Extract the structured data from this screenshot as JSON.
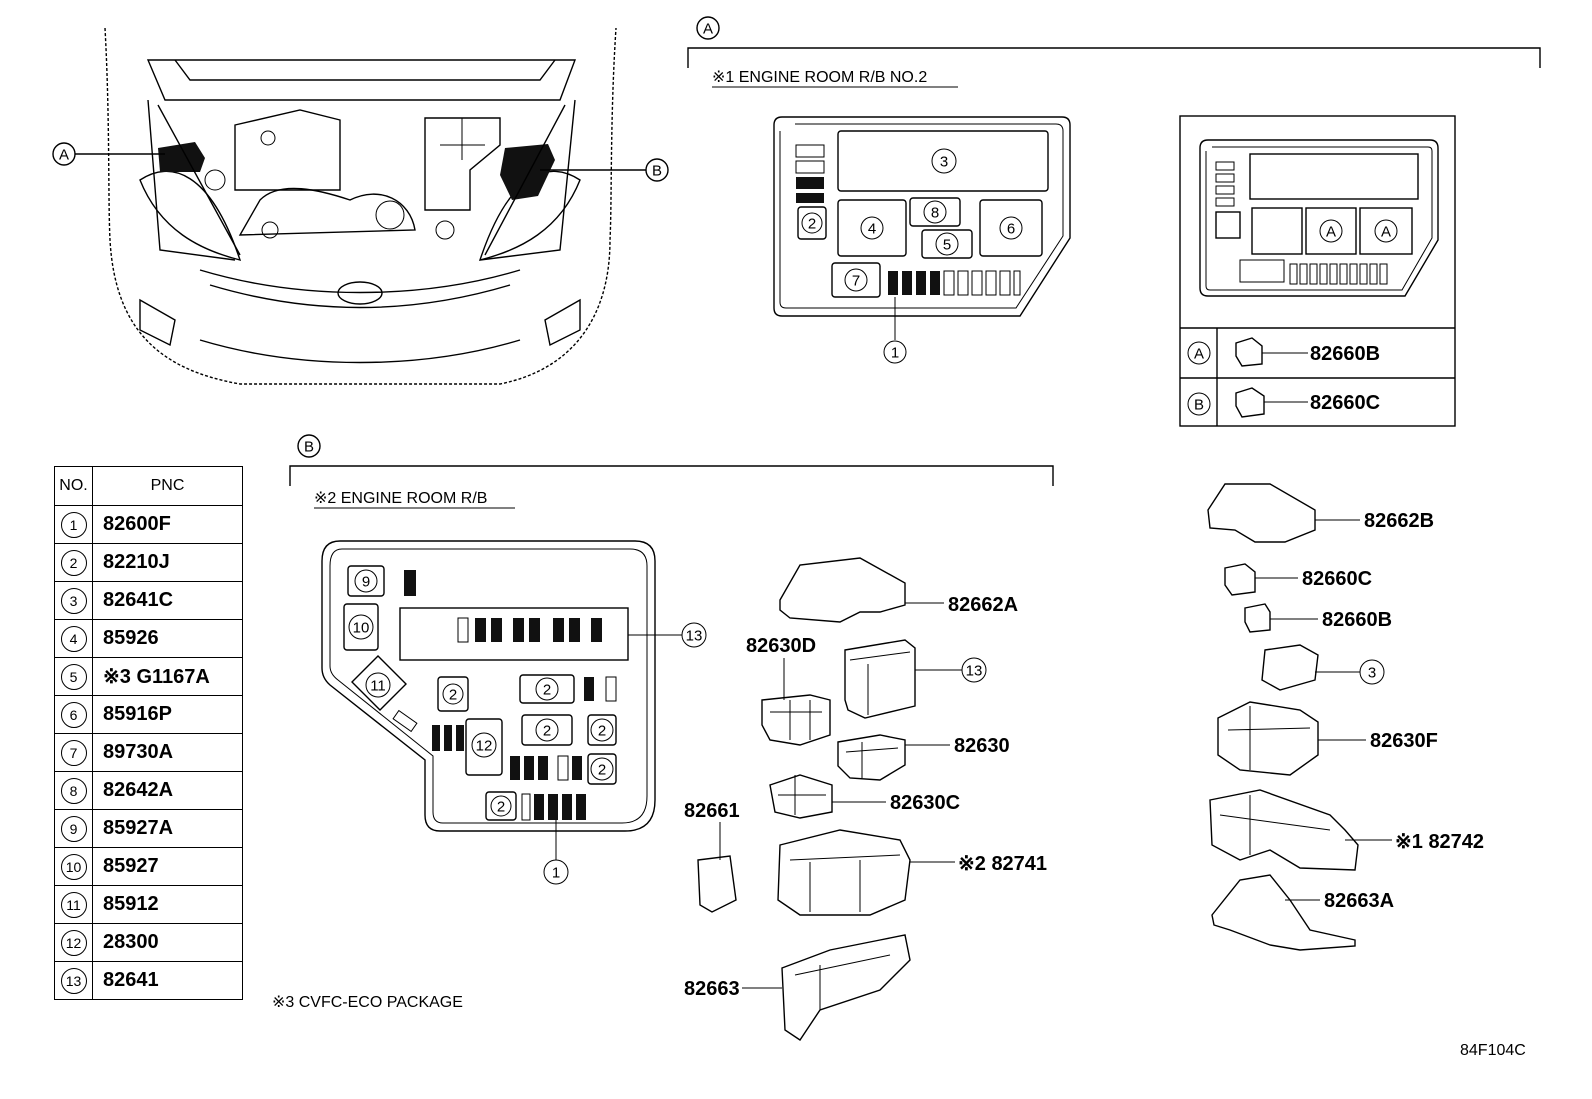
{
  "diagram_id": "84F104C",
  "callouts": {
    "a": "A",
    "b": "B"
  },
  "section_a": {
    "marker": "A",
    "title": "※1 ENGINE ROOM R/B NO.2",
    "box_labels": [
      "3",
      "2",
      "4",
      "8",
      "6",
      "5",
      "7",
      "1"
    ],
    "relay_table": [
      {
        "key": "A",
        "pnc": "82660B"
      },
      {
        "key": "B",
        "pnc": "82660C"
      }
    ]
  },
  "section_b": {
    "marker": "B",
    "title": "※2 ENGINE ROOM R/B",
    "box_labels": [
      "9",
      "10",
      "11",
      "2",
      "2",
      "12",
      "2",
      "2",
      "2",
      "2",
      "13",
      "1"
    ]
  },
  "table": {
    "headers": [
      "NO.",
      "PNC"
    ],
    "rows": [
      {
        "no": "1",
        "pnc": "82600F"
      },
      {
        "no": "2",
        "pnc": "82210J"
      },
      {
        "no": "3",
        "pnc": "82641C"
      },
      {
        "no": "4",
        "pnc": "85926"
      },
      {
        "no": "5",
        "pnc": "※3 G1167A"
      },
      {
        "no": "6",
        "pnc": "85916P"
      },
      {
        "no": "7",
        "pnc": "89730A"
      },
      {
        "no": "8",
        "pnc": "82642A"
      },
      {
        "no": "9",
        "pnc": "85927A"
      },
      {
        "no": "10",
        "pnc": "85927"
      },
      {
        "no": "11",
        "pnc": "85912"
      },
      {
        "no": "12",
        "pnc": "28300"
      },
      {
        "no": "13",
        "pnc": "82641"
      }
    ]
  },
  "footnote": "※3 CVFC-ECO PACKAGE",
  "parts_center": {
    "p82662A": "82662A",
    "p82630D": "82630D",
    "p13": "13",
    "p82630": "82630",
    "p82630C": "82630C",
    "p82661": "82661",
    "p82741": "※2 82741",
    "p82663": "82663"
  },
  "parts_right": {
    "p82662B": "82662B",
    "p82660C": "82660C",
    "p82660B": "82660B",
    "p3": "3",
    "p82630F": "82630F",
    "p82742": "※1 82742",
    "p82663A": "82663A"
  }
}
